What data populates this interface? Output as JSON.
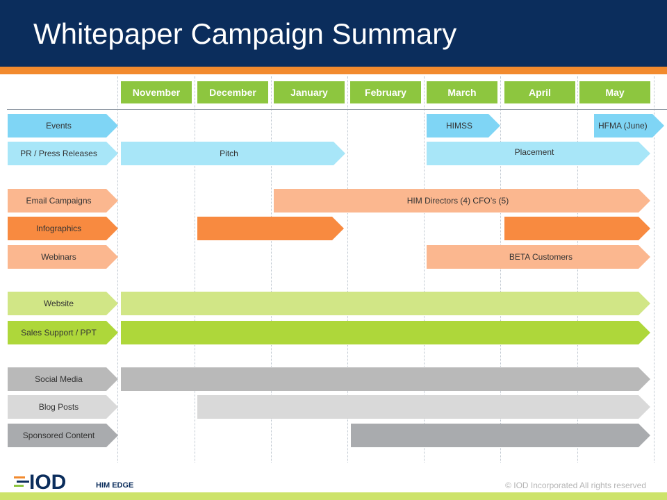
{
  "slide": {
    "title": "Whitepaper Campaign Summary",
    "copyright": "© IOD Incorporated All rights reserved",
    "logo_text": "IOD",
    "logo_subtext": "HIM EDGE"
  },
  "months": [
    "November",
    "December",
    "January",
    "February",
    "March",
    "April",
    "May"
  ],
  "rows": [
    {
      "label": "Events",
      "color": "#7fd5f5"
    },
    {
      "label": "PR / Press Releases",
      "color": "#a8e6f8"
    },
    {
      "label": "Email Campaigns",
      "color": "#fbb78f"
    },
    {
      "label": "Infographics",
      "color": "#f88a40"
    },
    {
      "label": "Webinars",
      "color": "#fbb78f"
    },
    {
      "label": "Website",
      "color": "#d1e686"
    },
    {
      "label": "Sales Support / PPT",
      "color": "#aed73a"
    },
    {
      "label": "Social Media",
      "color": "#b9b9b9"
    },
    {
      "label": "Blog Posts",
      "color": "#d9d9d9"
    },
    {
      "label": "Sponsored Content",
      "color": "#a9abae"
    }
  ],
  "bars": [
    {
      "row": 0,
      "label": "HIMSS",
      "start": "March",
      "end": "March"
    },
    {
      "row": 0,
      "label": "HFMA (June)",
      "start": "May",
      "end": "May"
    },
    {
      "row": 1,
      "label": "Pitch",
      "start": "November",
      "end": "January"
    },
    {
      "row": 1,
      "label": "Placement",
      "start": "March",
      "end": "May"
    },
    {
      "row": 2,
      "label": "HIM Directors (4)  CFO’s (5)",
      "start": "January",
      "end": "May"
    },
    {
      "row": 3,
      "label": "",
      "start": "December",
      "end": "January"
    },
    {
      "row": 3,
      "label": "",
      "start": "April",
      "end": "May"
    },
    {
      "row": 4,
      "label": "BETA Customers",
      "start": "March",
      "end": "May"
    },
    {
      "row": 5,
      "label": "",
      "start": "November",
      "end": "May"
    },
    {
      "row": 6,
      "label": "",
      "start": "November",
      "end": "May"
    },
    {
      "row": 7,
      "label": "",
      "start": "November",
      "end": "May"
    },
    {
      "row": 8,
      "label": "",
      "start": "December",
      "end": "May"
    },
    {
      "row": 9,
      "label": "",
      "start": "February",
      "end": "May"
    }
  ],
  "colors": {
    "header_navy": "#0b2d5c",
    "accent_orange": "#f28a2e",
    "month_green": "#8dc63f",
    "footer_green": "#cde36b"
  }
}
